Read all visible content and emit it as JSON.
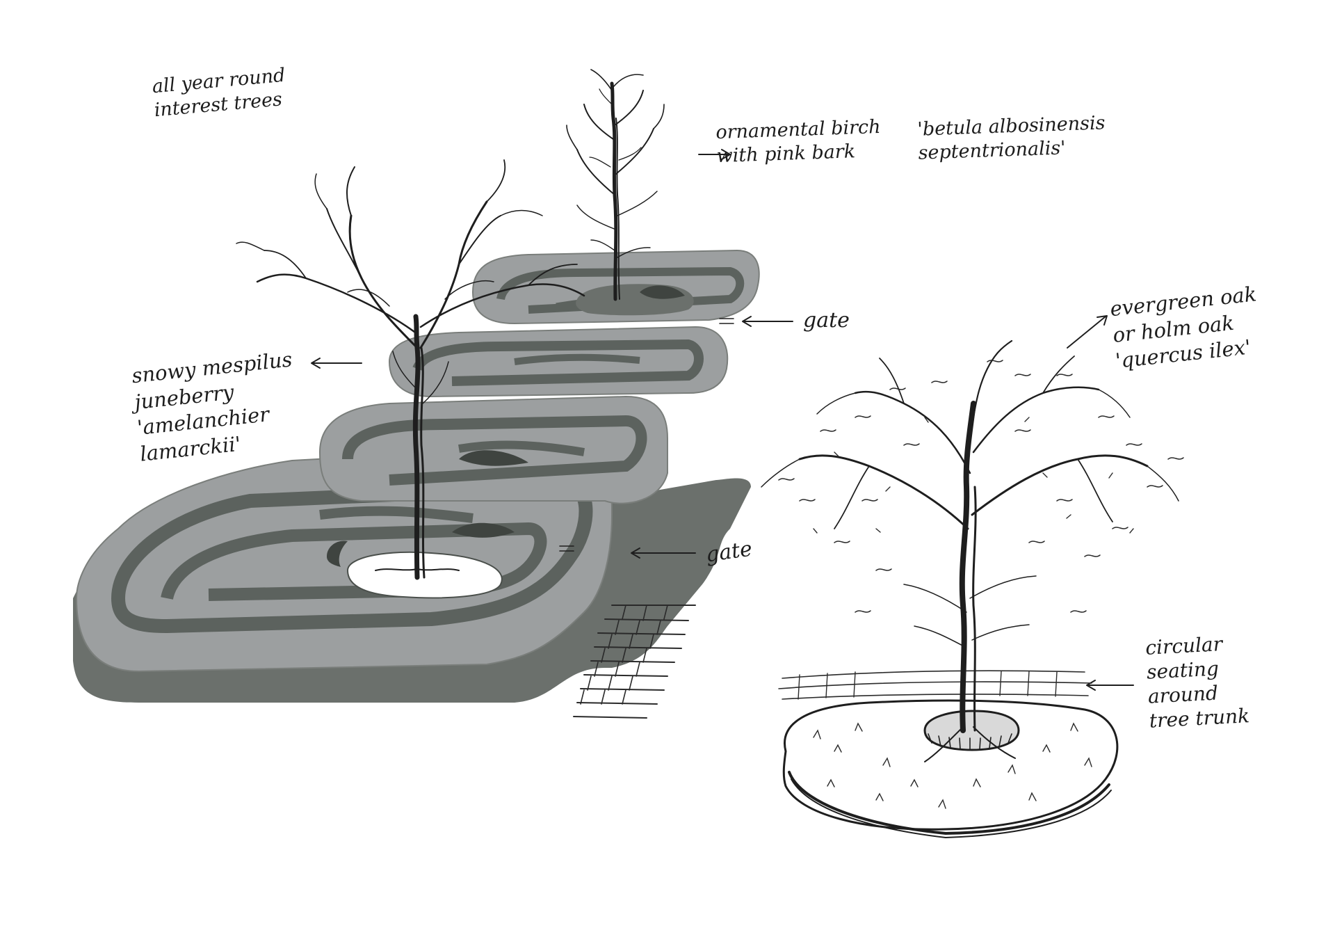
{
  "annotations": {
    "heading": "all year round\ninterest trees",
    "birch_common": "ornamental birch\nwith pink bark",
    "birch_latin": "'betula albosinensis\nseptentrionalis'",
    "mespilus": "snowy mespilus\njuneberry\n'amelanchier\nlamarckii'",
    "gate_upper": "gate",
    "gate_lower": "gate",
    "oak": "evergreen oak\nor holm oak\n'quercus ilex'",
    "seating": "circular\nseating\naround\ntree trunk"
  },
  "colors": {
    "planter_top": "#9c9fa0",
    "planter_side": "#6b706c",
    "planter_dark": "#5c625e",
    "ink": "#1e1e1e"
  }
}
